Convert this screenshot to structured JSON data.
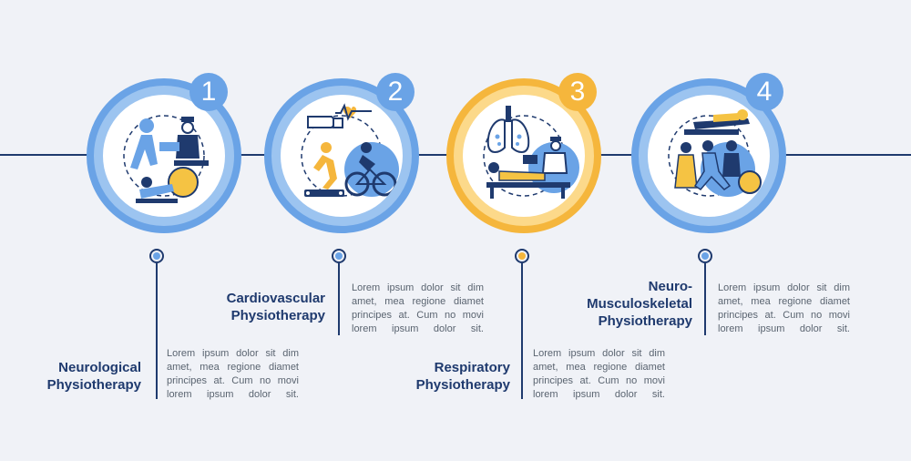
{
  "colors": {
    "navy": "#1f3a6e",
    "blue": "#6aa3e6",
    "light_blue": "#9cc4f0",
    "yellow": "#f5b63c",
    "light_yellow": "#fcd98a",
    "background": "#f0f2f7"
  },
  "steps": [
    {
      "number": "1",
      "title_lines": [
        "Neurological",
        "Physiotherapy"
      ],
      "description_lines": [
        "Lorem ipsum dolor sit dim",
        "amet, mea regione diamet",
        "principes at. Cum no movi",
        "lorem ipsum dolor sit."
      ],
      "icon": "neurological-rehab-icon",
      "accent": "blue"
    },
    {
      "number": "2",
      "title_lines": [
        "Cardiovascular",
        "Physiotherapy"
      ],
      "description_lines": [
        "Lorem ipsum dolor sit dim",
        "amet, mea regione diamet",
        "principes at. Cum no movi",
        "lorem ipsum dolor sit."
      ],
      "icon": "cardio-exercise-icon",
      "accent": "blue"
    },
    {
      "number": "3",
      "title_lines": [
        "Respiratory",
        "Physiotherapy"
      ],
      "description_lines": [
        "Lorem ipsum dolor sit dim",
        "amet, mea regione diamet",
        "principes at. Cum no movi",
        "lorem ipsum dolor sit."
      ],
      "icon": "lungs-treatment-icon",
      "accent": "yellow"
    },
    {
      "number": "4",
      "title_lines": [
        "Neuro-",
        "Musculoskeletal",
        "Physiotherapy"
      ],
      "description_lines": [
        "Lorem ipsum dolor sit dim",
        "amet, mea regione diamet",
        "principes at. Cum no movi",
        "lorem ipsum dolor sit."
      ],
      "icon": "musculoskeletal-therapy-icon",
      "accent": "blue"
    }
  ]
}
